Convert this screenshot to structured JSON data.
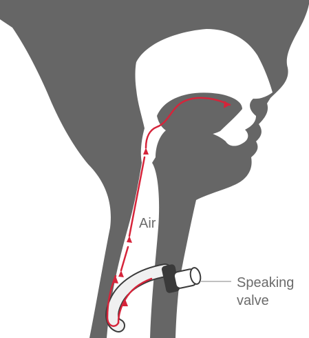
{
  "labels": {
    "air": "Air",
    "speaking_valve": [
      "Speaking",
      "valve"
    ]
  },
  "colors": {
    "anatomy": "#666666",
    "airway": "#ffffff",
    "airflow": "#d6243a",
    "tube": "#f0f0f0",
    "valve_cap": "#3a3a3a",
    "valve_body": "#ffffff",
    "leader_line": "#9a9a9a",
    "text": "#6b6b6b"
  }
}
